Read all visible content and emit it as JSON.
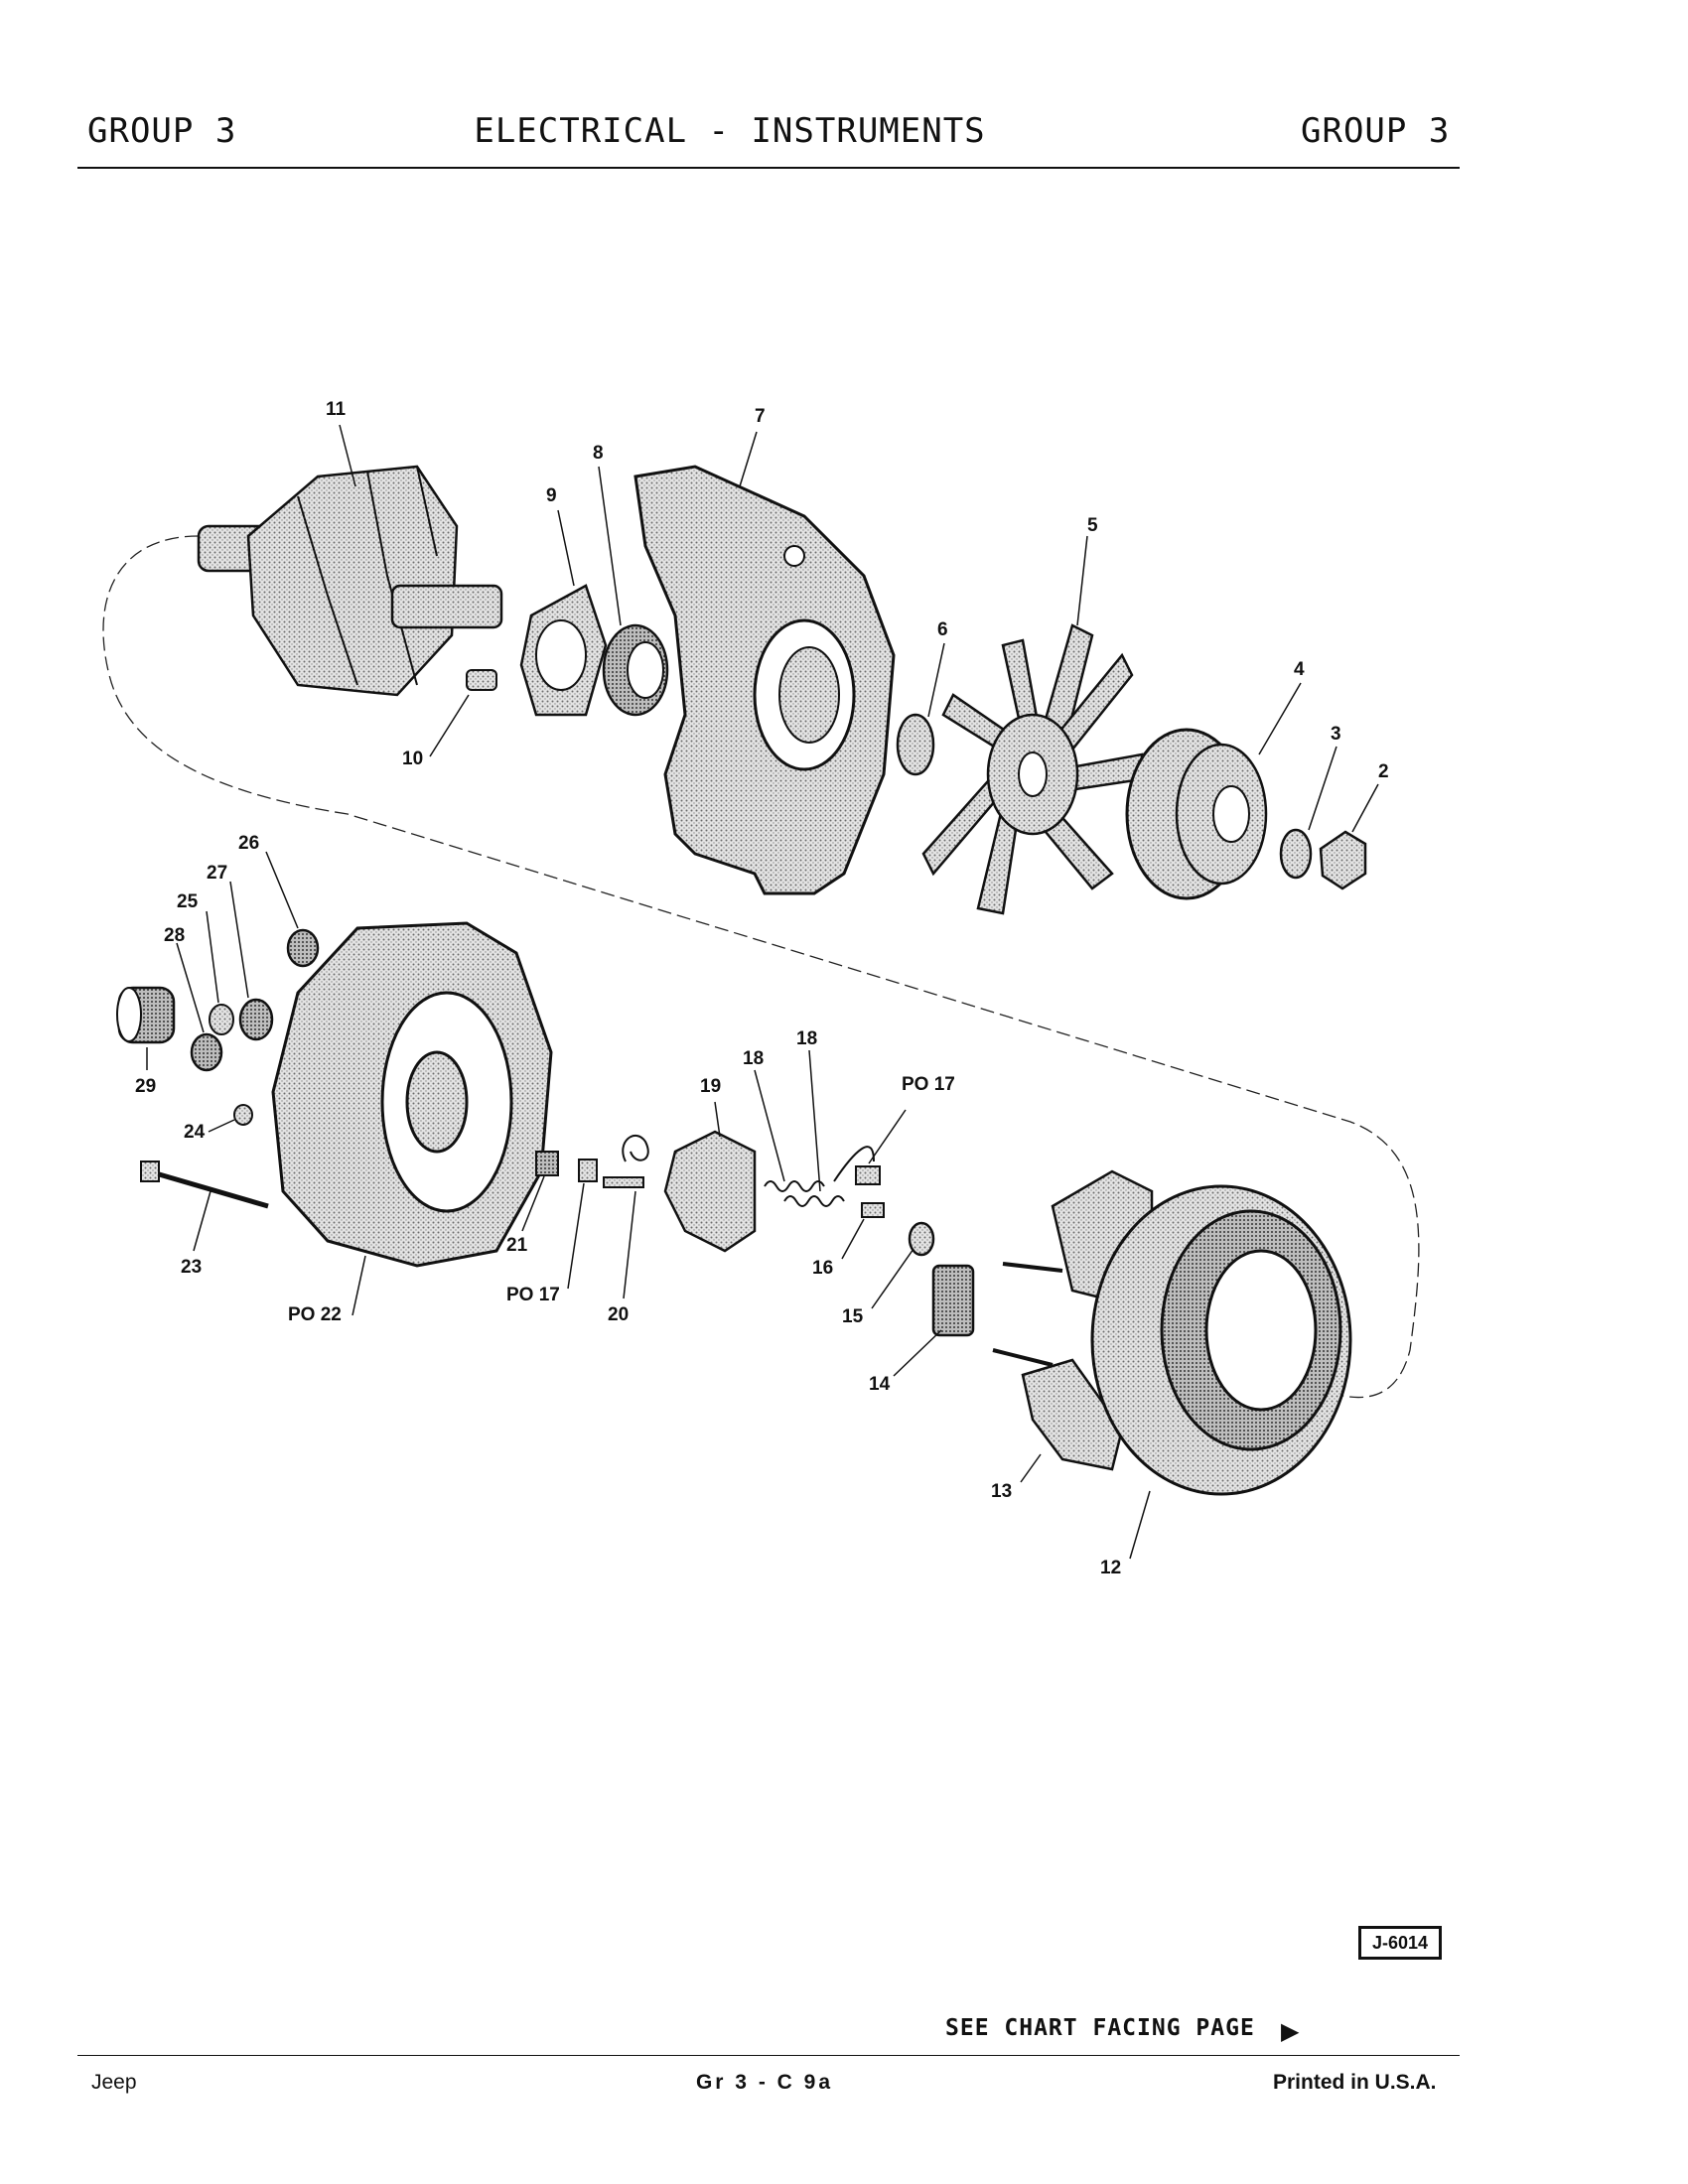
{
  "header": {
    "left": "GROUP 3",
    "center": "ELECTRICAL - INSTRUMENTS",
    "right": "GROUP 3"
  },
  "callouts": [
    "11",
    "9",
    "8",
    "7",
    "5",
    "6",
    "4",
    "3",
    "2",
    "10",
    "26",
    "27",
    "25",
    "28",
    "29",
    "24",
    "23",
    "PO 22",
    "19",
    "18",
    "18",
    "PO 17",
    "21",
    "PO 17",
    "20",
    "16",
    "15",
    "14",
    "13",
    "12"
  ],
  "figure_id": "J-6014",
  "see_chart": "SEE CHART FACING PAGE",
  "see_chart_icon": "right-arrow-icon",
  "footer": {
    "left": "Jeep",
    "center": "Gr 3 - C 9a",
    "right": "Printed in U.S.A."
  }
}
